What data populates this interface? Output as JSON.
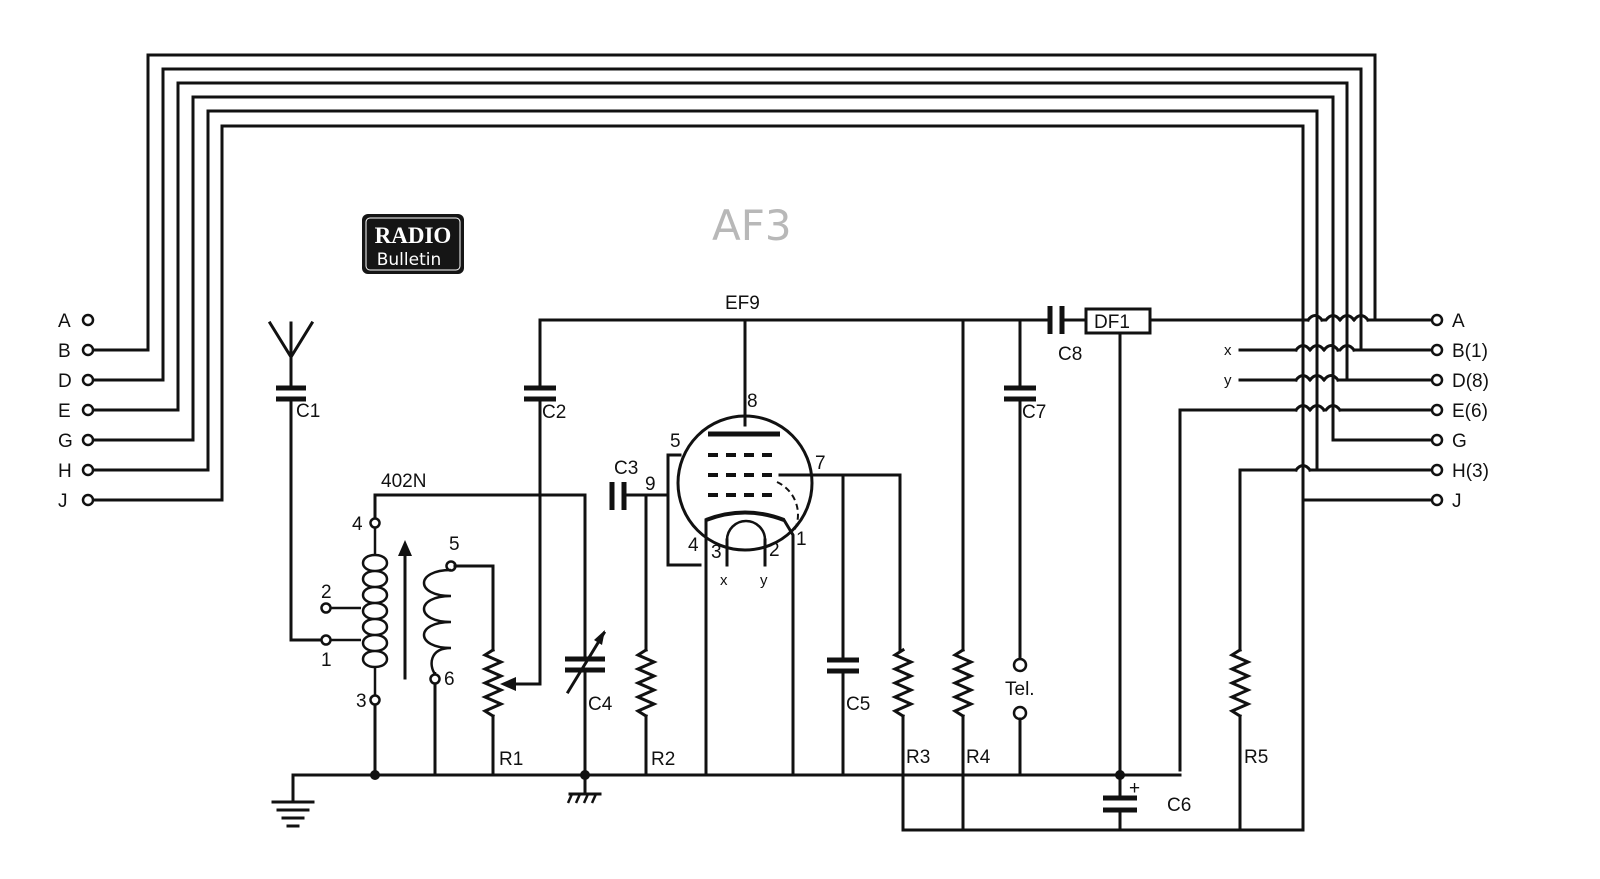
{
  "handwritten_title": "AF3",
  "logo": {
    "line1": "RADIO",
    "line2": "Bulletin"
  },
  "tube_label": "EF9",
  "coil_label": "402N",
  "left_terminals": [
    "A",
    "B",
    "D",
    "E",
    "G",
    "H",
    "J"
  ],
  "right_terminals": [
    "A",
    "B(1)",
    "D(8)",
    "E(6)",
    "G",
    "H(3)",
    "J"
  ],
  "right_inputs": [
    "x",
    "y"
  ],
  "components": {
    "c1": "C1",
    "c2": "C2",
    "c3": "C3",
    "c4": "C4",
    "c5": "C5",
    "c6": "C6",
    "c7": "C7",
    "c8": "C8",
    "r1": "R1",
    "r2": "R2",
    "r3": "R3",
    "r4": "R4",
    "r5": "R5",
    "df1": "DF1",
    "tel": "Tel."
  },
  "pins": {
    "coil_4": "4",
    "coil_2": "2",
    "coil_1": "1",
    "coil_3": "3",
    "coil_5": "5",
    "coil_6": "6",
    "tube_8": "8",
    "tube_5": "5",
    "tube_7": "7",
    "tube_9": "9",
    "tube_4": "4",
    "tube_3": "3",
    "tube_2": "2",
    "tube_1": "1",
    "heater_x": "x",
    "heater_y": "y"
  },
  "c6_polarity": "+"
}
